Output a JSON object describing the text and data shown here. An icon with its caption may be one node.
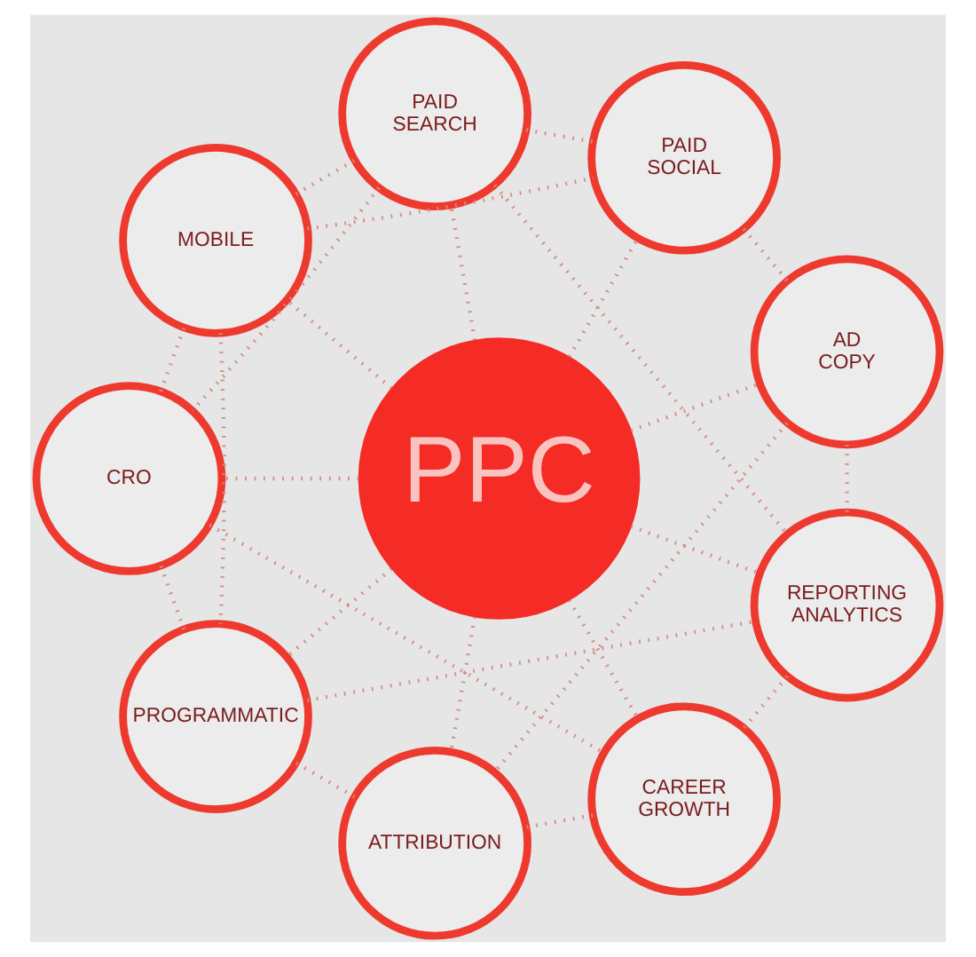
{
  "diagram": {
    "nodes": [
      {
        "text": [
          "PPC"
        ]
      },
      {
        "text": [
          "PAID SEARCH"
        ]
      },
      {
        "text": [
          "PAID SOCIAL"
        ]
      },
      {
        "text": [
          "AD COPY"
        ]
      },
      {
        "text": [
          "REPORTING ANALYTICS"
        ]
      },
      {
        "text": [
          "CAREER GROWTH"
        ]
      },
      {
        "text": [
          "ATTRIBUTION"
        ]
      },
      {
        "text": [
          "PROGRAMMATIC"
        ]
      },
      {
        "text": [
          "CRO"
        ]
      },
      {
        "text": [
          "MOBILE"
        ]
      }
    ],
    "edges": [
      {
        "from": 0,
        "to": 1,
        "arrow": "none",
        "style": "dashed"
      },
      {
        "from": 0,
        "to": 2,
        "arrow": "none",
        "style": "dashed"
      },
      {
        "from": 0,
        "to": 3,
        "arrow": "none",
        "style": "dashed"
      },
      {
        "from": 0,
        "to": 4,
        "arrow": "none",
        "style": "dashed"
      },
      {
        "from": 0,
        "to": 5,
        "arrow": "none",
        "style": "dashed"
      },
      {
        "from": 0,
        "to": 6,
        "arrow": "none",
        "style": "dashed"
      },
      {
        "from": 0,
        "to": 7,
        "arrow": "none",
        "style": "dashed"
      },
      {
        "from": 0,
        "to": 8,
        "arrow": "none",
        "style": "dashed"
      },
      {
        "from": 0,
        "to": 9,
        "arrow": "none",
        "style": "dashed"
      },
      {
        "from": 1,
        "to": 2,
        "arrow": "none",
        "style": "dashed"
      },
      {
        "from": 2,
        "to": 3,
        "arrow": "none",
        "style": "dashed"
      },
      {
        "from": 3,
        "to": 4,
        "arrow": "none",
        "style": "dashed"
      },
      {
        "from": 4,
        "to": 5,
        "arrow": "none",
        "style": "dashed"
      },
      {
        "from": 5,
        "to": 6,
        "arrow": "none",
        "style": "dashed"
      },
      {
        "from": 6,
        "to": 7,
        "arrow": "none",
        "style": "dashed"
      },
      {
        "from": 7,
        "to": 8,
        "arrow": "none",
        "style": "dashed"
      },
      {
        "from": 8,
        "to": 9,
        "arrow": "none",
        "style": "dashed"
      },
      {
        "from": 9,
        "to": 1,
        "arrow": "none",
        "style": "dashed"
      },
      {
        "from": 9,
        "to": 2,
        "arrow": "none",
        "style": "dashed"
      },
      {
        "from": 7,
        "to": 4,
        "arrow": "none",
        "style": "dashed"
      },
      {
        "from": 1,
        "to": 8,
        "arrow": "none",
        "style": "dashed"
      },
      {
        "from": 1,
        "to": 4,
        "arrow": "none",
        "style": "dashed"
      },
      {
        "from": 9,
        "to": 7,
        "arrow": "none",
        "style": "dashed"
      },
      {
        "from": 3,
        "to": 6,
        "arrow": "none",
        "style": "dashed"
      },
      {
        "from": 8,
        "to": 5,
        "arrow": "none",
        "style": "dashed"
      }
    ]
  }
}
